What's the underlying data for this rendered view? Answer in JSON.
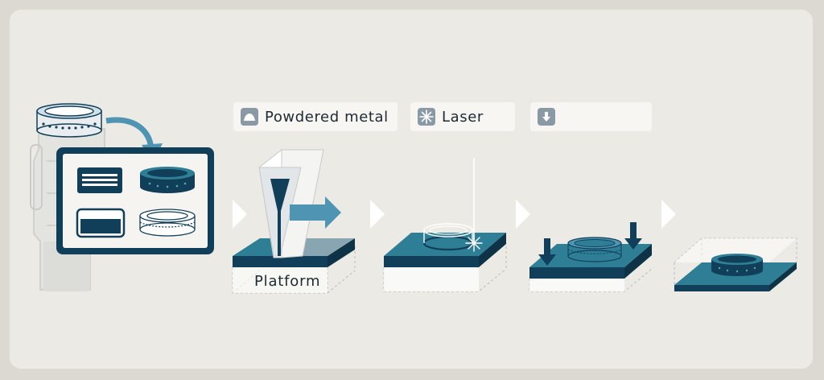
{
  "steps": [
    {
      "label": "Powdered metal",
      "icon": "powder-icon"
    },
    {
      "label": "Laser",
      "icon": "laser-spark-icon"
    },
    {
      "label": "",
      "icon": "arrow-down-icon"
    }
  ],
  "platform_label": "Platform",
  "colors": {
    "background": "#dcd9d2",
    "panel": "#eceae4",
    "teal": "#2e7e95",
    "dark_navy": "#113f59",
    "light_blue": "#5aa2bf",
    "chevron": "#ffffff",
    "icon_gray": "#8a9aa5"
  }
}
